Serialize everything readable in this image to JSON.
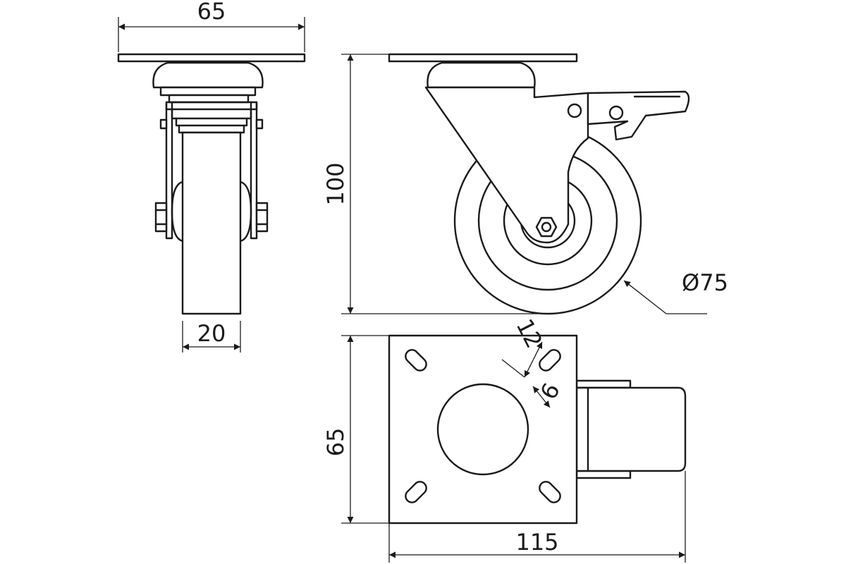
{
  "dimensions": {
    "front_plate_width": "65",
    "wheel_width": "20",
    "total_height": "100",
    "wheel_diameter": "Ø75",
    "plate_depth": "65",
    "total_length": "115",
    "hole_spacing": "12",
    "hole_width": "6"
  },
  "colors": {
    "line": "#1a1a1a",
    "background": "#ffffff"
  }
}
